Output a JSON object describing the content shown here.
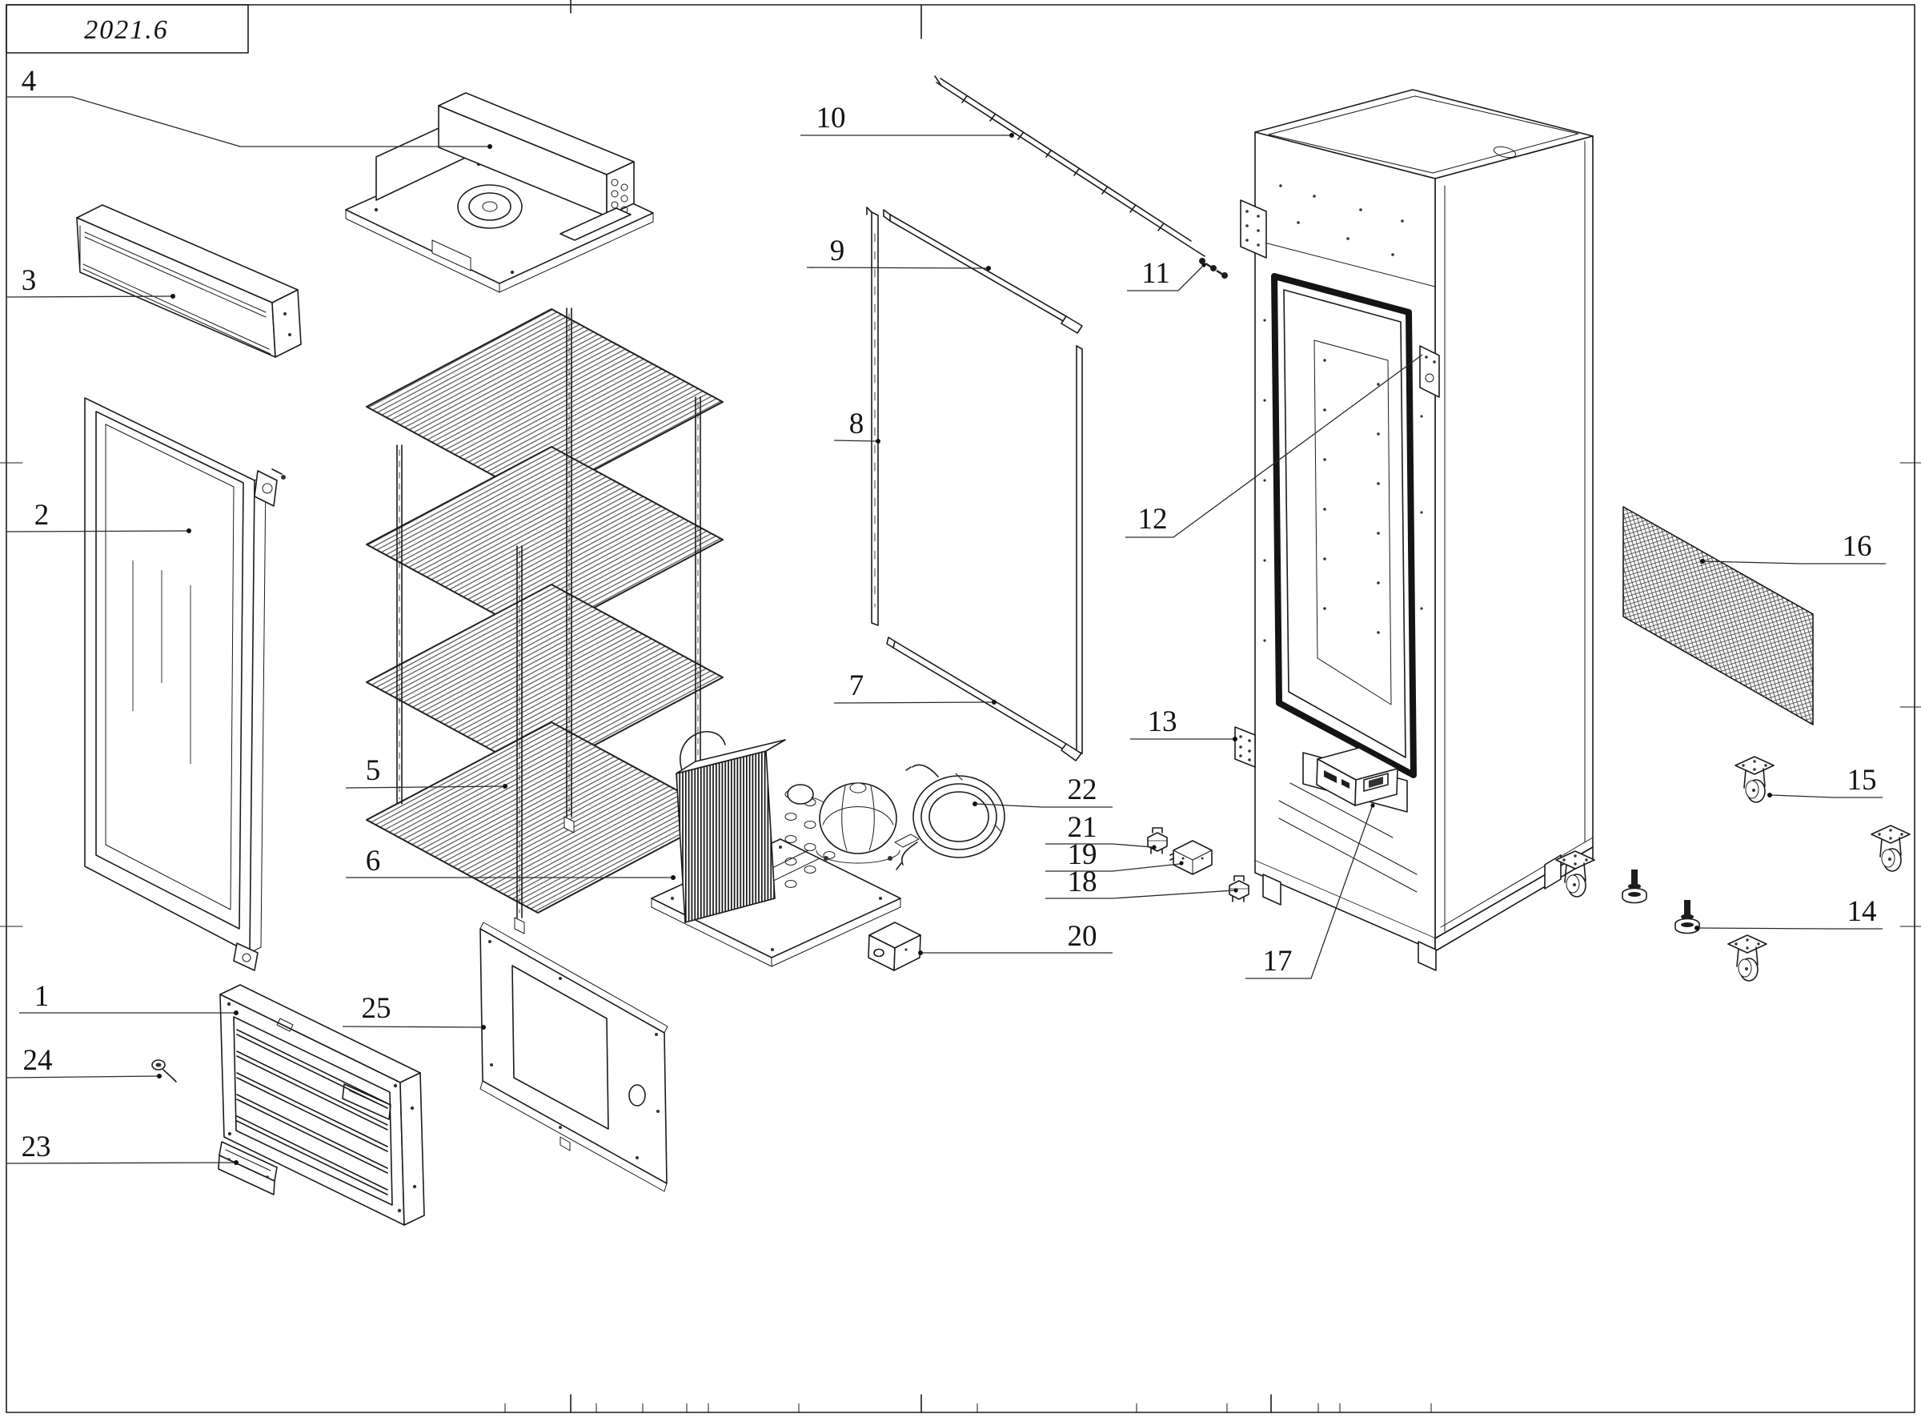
{
  "title_block": {
    "date": "2021.6"
  },
  "callouts": [
    {
      "num": "1"
    },
    {
      "num": "2"
    },
    {
      "num": "3"
    },
    {
      "num": "4"
    },
    {
      "num": "5"
    },
    {
      "num": "6"
    },
    {
      "num": "7"
    },
    {
      "num": "8"
    },
    {
      "num": "9"
    },
    {
      "num": "10"
    },
    {
      "num": "11"
    },
    {
      "num": "12"
    },
    {
      "num": "13"
    },
    {
      "num": "14"
    },
    {
      "num": "15"
    },
    {
      "num": "16"
    },
    {
      "num": "17"
    },
    {
      "num": "18"
    },
    {
      "num": "19"
    },
    {
      "num": "20"
    },
    {
      "num": "21"
    },
    {
      "num": "22"
    },
    {
      "num": "23"
    },
    {
      "num": "24"
    },
    {
      "num": "25"
    }
  ]
}
